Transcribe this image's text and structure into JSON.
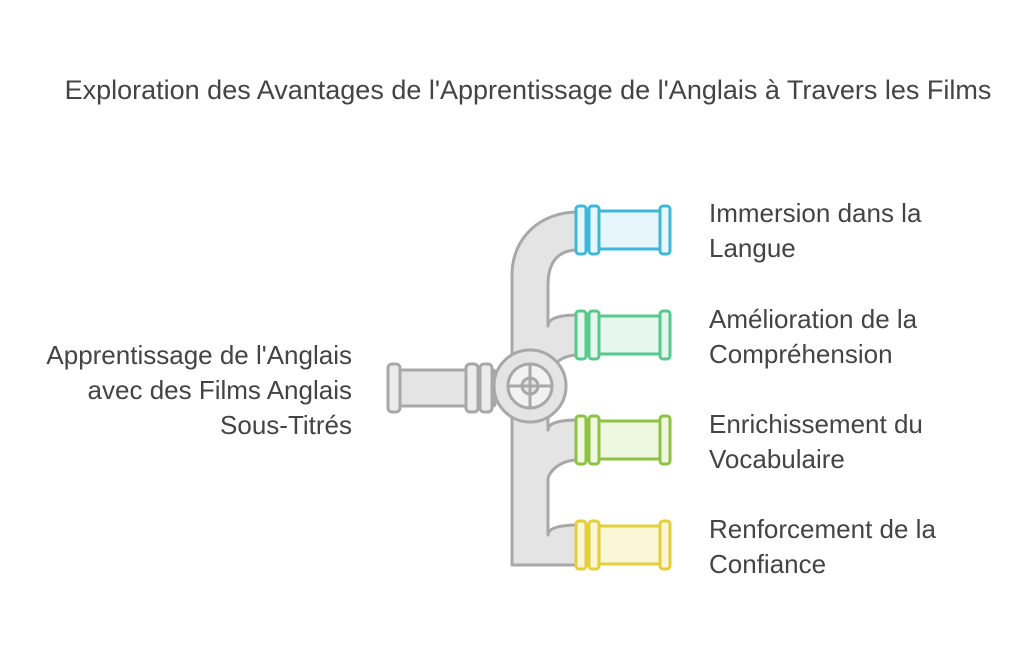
{
  "title": "Exploration des Avantages de l'Apprentissage de l'Anglais à Travers les Films",
  "input": {
    "label": "Apprentissage de l'Anglais avec des Films Anglais Sous-Titrés"
  },
  "outputs": [
    {
      "label": "Immersion dans la Langue",
      "stroke": "#3fb7d6",
      "fill": "#e6f6fb"
    },
    {
      "label": "Amélioration de la Compréhension",
      "stroke": "#56c98c",
      "fill": "#e6f8ee"
    },
    {
      "label": "Enrichissement du Vocabulaire",
      "stroke": "#8fc244",
      "fill": "#eef7e0"
    },
    {
      "label": "Renforcement de la Confiance",
      "stroke": "#e2cf3a",
      "fill": "#fbf6d6"
    }
  ],
  "colors": {
    "pipe_stroke": "#a8a8a8",
    "pipe_fill": "#e4e4e4"
  }
}
